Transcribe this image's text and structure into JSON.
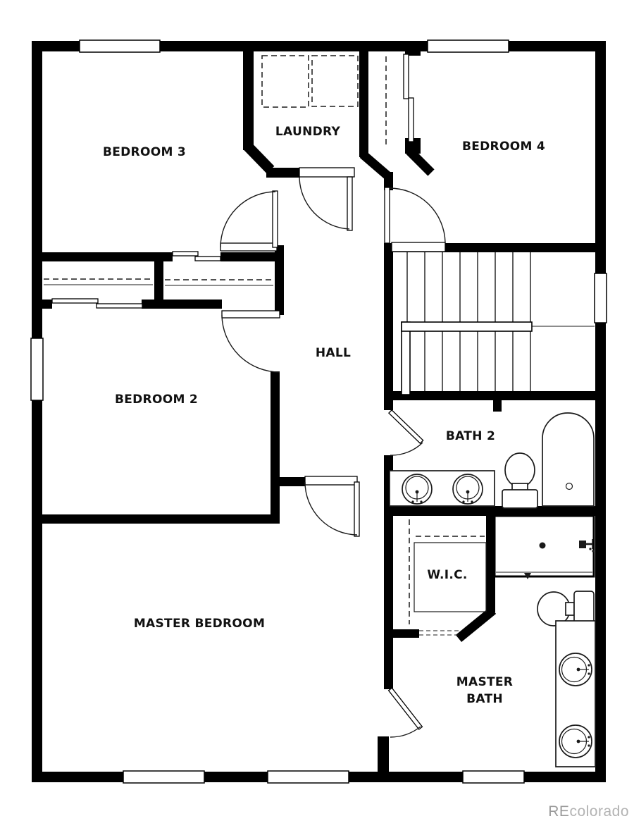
{
  "plan": {
    "rooms": {
      "bedroom3": "BEDROOM 3",
      "laundry": "LAUNDRY",
      "bedroom4": "BEDROOM 4",
      "hall": "HALL",
      "bedroom2": "BEDROOM 2",
      "bath2": "BATH 2",
      "wic": "W.I.C.",
      "master_bedroom": "MASTER BEDROOM",
      "master_bath_line1": "MASTER",
      "master_bath_line2": "BATH"
    },
    "watermark": {
      "re": "RE",
      "colorado": "colorado"
    },
    "colors": {
      "wall": "#000000",
      "line": "#1a1a1a",
      "watermark_re": "#9a9a9a",
      "watermark_colorado": "#b3b3b3",
      "background": "#ffffff"
    }
  }
}
